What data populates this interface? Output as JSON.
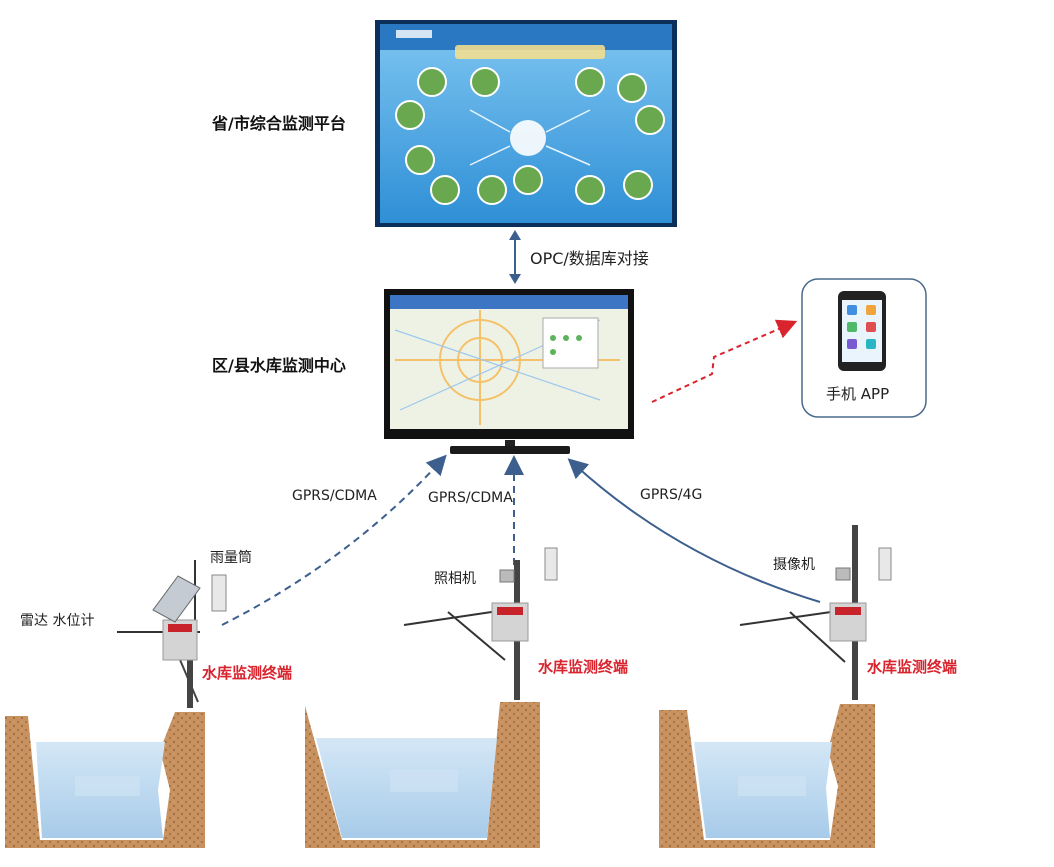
{
  "nodes": {
    "province_platform": "省/市综合监测平台",
    "county_center": "区/县水库监测中心",
    "mobile_app": "手机 APP"
  },
  "links": {
    "opc": "OPC/数据库对接",
    "left": "GPRS/CDMA",
    "middle": "GPRS/CDMA",
    "right": "GPRS/4G"
  },
  "sensors": {
    "rain_gauge": "雨量筒",
    "radar_level": "雷达 水位计",
    "camera_photo": "照相机",
    "camera_video": "摄像机"
  },
  "terminals": [
    "水库监测终端",
    "水库监测终端",
    "水库监测终端"
  ],
  "colors": {
    "accent_red": "#d9232d",
    "link_blue": "#3d5f8e",
    "water": "#bcd8ef",
    "soil": "#c99463",
    "screen_blue": "#3fa0df"
  }
}
